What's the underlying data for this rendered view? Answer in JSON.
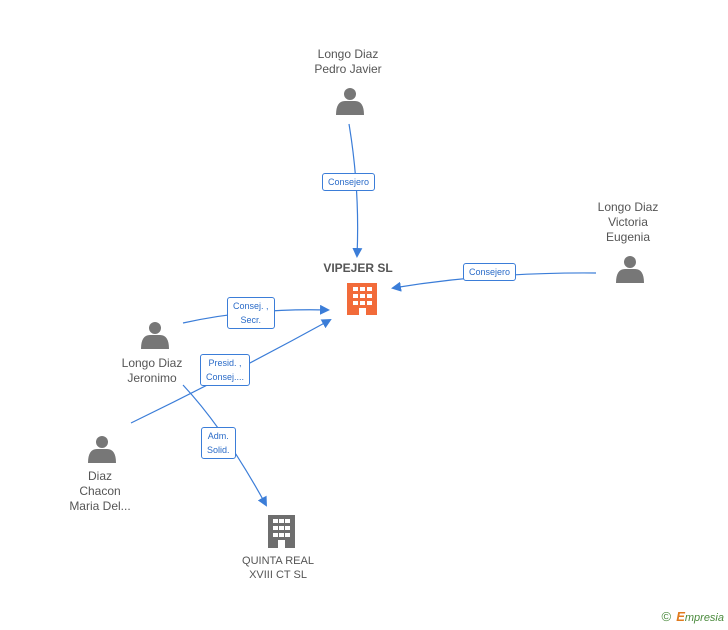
{
  "nodes": {
    "company_main": "VIPEJER SL",
    "person_pedro": [
      "Longo Diaz",
      "Pedro Javier"
    ],
    "person_victoria": [
      "Longo Diaz",
      "Victoria",
      "Eugenia"
    ],
    "person_jeronimo": [
      "Longo Diaz",
      "Jeronimo"
    ],
    "person_diaz_chacon": [
      "Diaz",
      "Chacon",
      "Maria Del..."
    ],
    "company_quinta": [
      "QUINTA REAL",
      "XVIII CT SL"
    ]
  },
  "edges": {
    "pedro_role": "Consejero",
    "victoria_role": "Consejero",
    "jeronimo_role": [
      "Consej. ,",
      "Secr."
    ],
    "diaz_chacon_role": [
      "Presid. ,",
      "Consej...."
    ],
    "quinta_role": [
      "Adm.",
      "Solid."
    ]
  },
  "brand": {
    "copyright": "©",
    "initial": "E",
    "rest": "mpresia"
  },
  "colors": {
    "edge": "#3b7dd8",
    "person_icon": "#777777",
    "main_company_icon": "#f26b3a",
    "other_company_icon": "#6e6e6e"
  }
}
